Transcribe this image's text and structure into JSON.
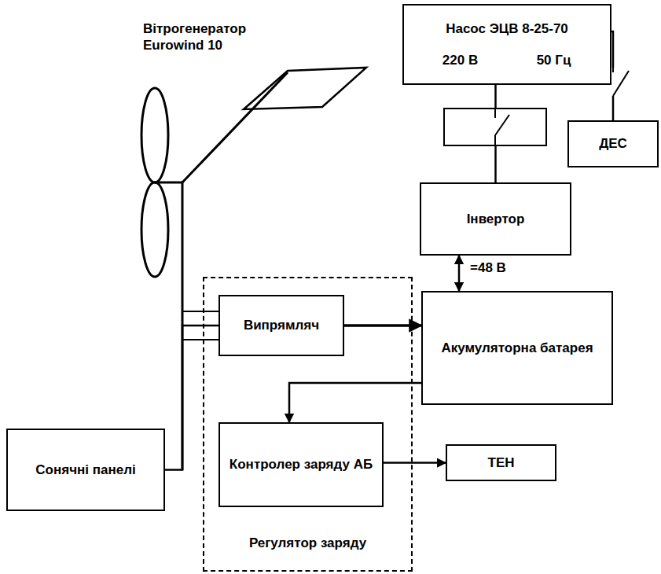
{
  "diagram": {
    "nodes": [
      {
        "text": [
          "Насос ЭЦВ 8-25-70",
          "220 В",
          "50 Гц"
        ]
      },
      {
        "text": [
          "ДЕС"
        ]
      },
      {
        "text": [
          "Інвертор"
        ]
      },
      {
        "text": [
          "Регулятор заряду"
        ]
      },
      {
        "text": [
          "Випрямляч"
        ],
        "in": 3
      },
      {
        "text": [
          "Акумуляторна батарея"
        ]
      },
      {
        "text": [
          "Контролер заряду АБ"
        ],
        "in": 3
      },
      {
        "text": [
          "ТЕН"
        ]
      },
      {
        "text": [
          "Сонячні панелі"
        ]
      }
    ],
    "edges": [
      {
        "from": 2,
        "to": 0,
        "arrow": "none"
      },
      {
        "from": 0,
        "to": 1,
        "arrow": "none"
      },
      {
        "from": 2,
        "to": 5,
        "arrow": "both",
        "label": "=48 В"
      },
      {
        "from": 4,
        "to": 5,
        "arrow": "to"
      },
      {
        "from": 5,
        "to": 6,
        "arrow": "to"
      },
      {
        "from": 6,
        "to": 7,
        "arrow": "to"
      },
      {
        "from": 8,
        "to": 4,
        "arrow": "none"
      }
    ],
    "labels": [
      "Вітрогенератор Eurowind 10"
    ]
  }
}
